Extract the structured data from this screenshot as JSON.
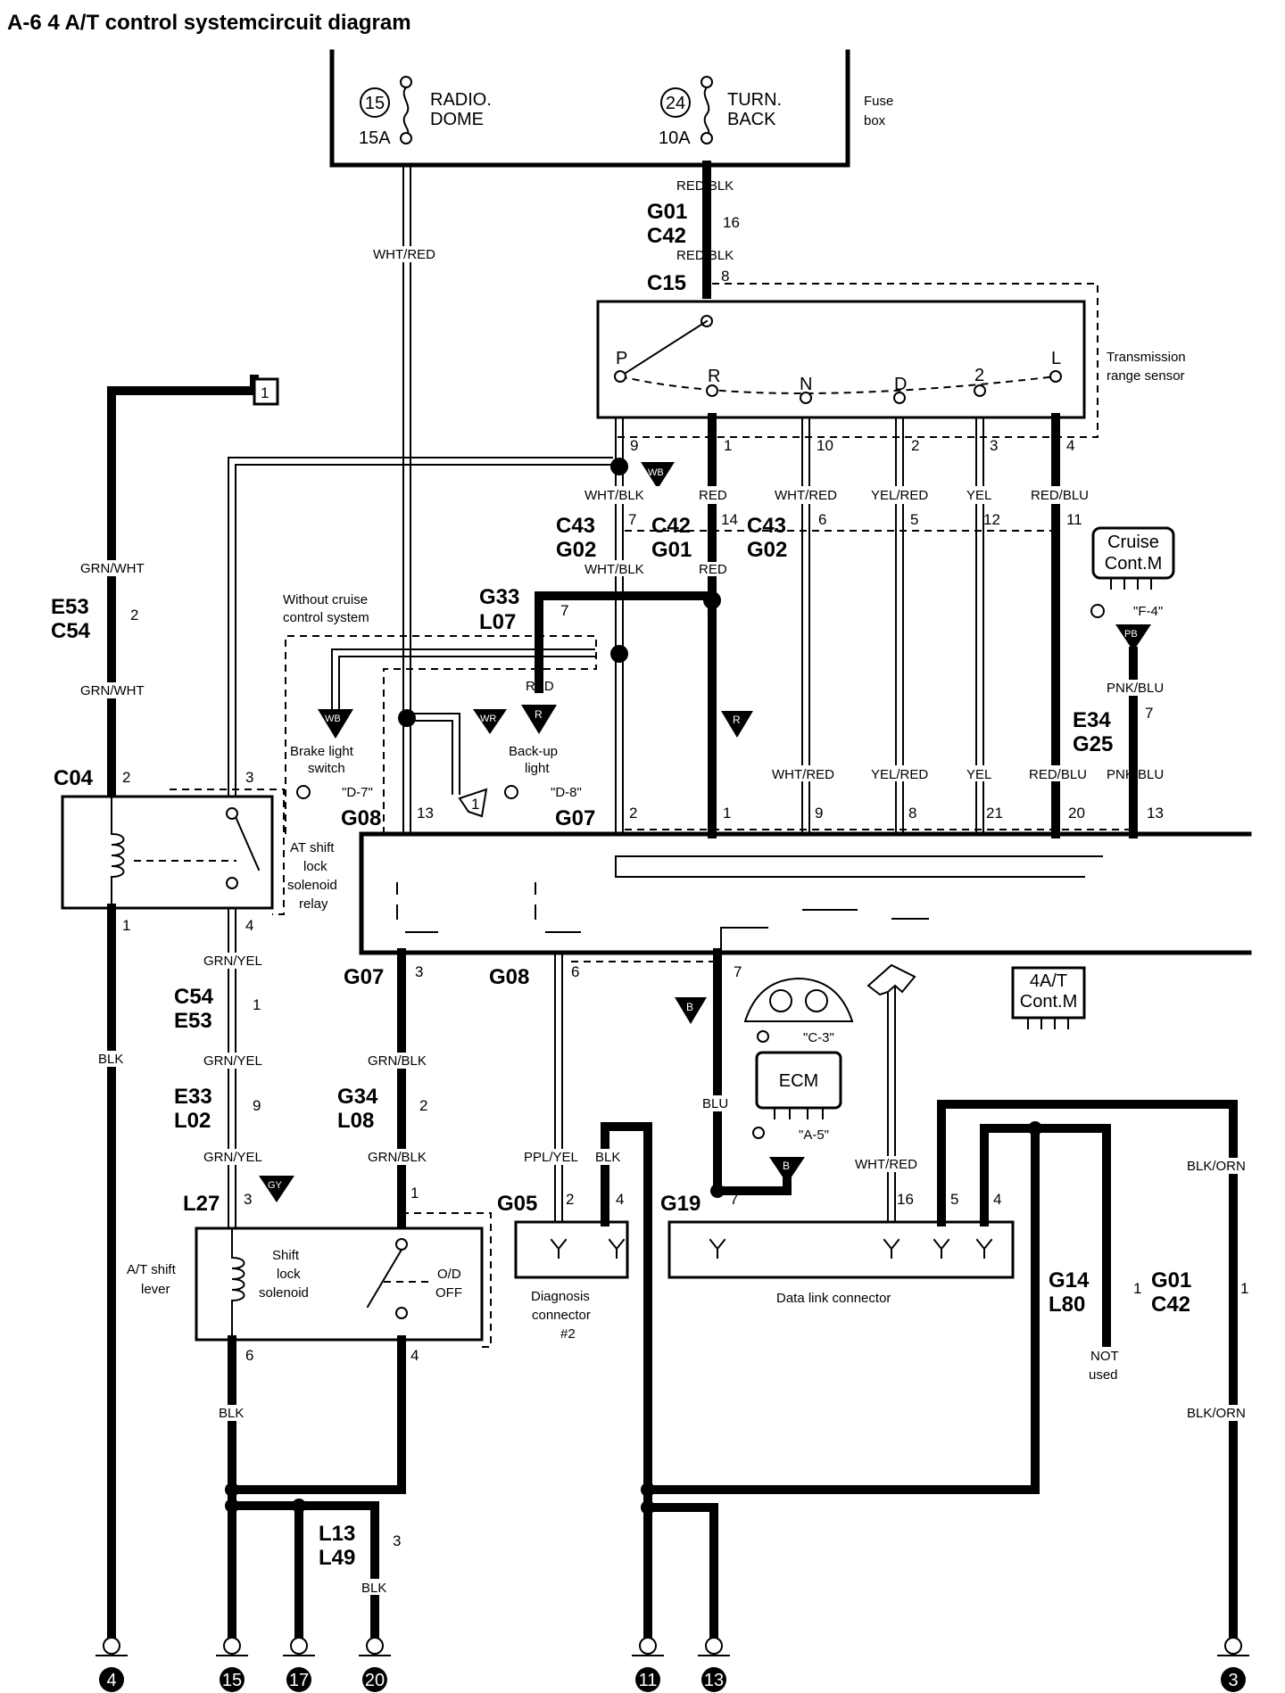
{
  "title": "A-6 4 A/T control systemcircuit diagram",
  "fuse_box": {
    "label_1": "Fuse",
    "label_2": "box",
    "fuse15": {
      "num": "15",
      "name1": "RADIO.",
      "name2": "DOME",
      "rating": "15A"
    },
    "fuse24": {
      "num": "24",
      "name1": "TURN.",
      "name2": "BACK",
      "rating": "10A"
    }
  },
  "wire_colors": {
    "red_blk": "RED/BLK",
    "wht_red": "WHT/RED",
    "grn_wht": "GRN/WHT",
    "wht_blk": "WHT/BLK",
    "red": "RED",
    "yel_red": "YEL/RED",
    "yel": "YEL",
    "red_blu": "RED/BLU",
    "pnk_blu": "PNK/BLU",
    "grn_yel": "GRN/YEL",
    "grn_blk": "GRN/BLK",
    "blk": "BLK",
    "blu": "BLU",
    "ppl_yel": "PPL/YEL",
    "blk_orn": "BLK/ORN"
  },
  "connectors": {
    "g01": "G01",
    "c42": "C42",
    "c15": "C15",
    "c43": "C43",
    "g02": "G02",
    "e53": "E53",
    "c54": "C54",
    "g33": "G33",
    "l07": "L07",
    "e34": "E34",
    "g25": "G25",
    "c04": "C04",
    "g08": "G08",
    "g07": "G07",
    "e33": "E33",
    "l02": "L02",
    "g34": "G34",
    "l08": "L08",
    "l27": "L27",
    "g05": "G05",
    "g19": "G19",
    "g14": "G14",
    "l80": "L80",
    "l13": "L13",
    "l49": "L49"
  },
  "pins": {
    "p1": "1",
    "p2": "2",
    "p3": "3",
    "p4": "4",
    "p5": "5",
    "p6": "6",
    "p7": "7",
    "p8": "8",
    "p9": "9",
    "p10": "10",
    "p11": "11",
    "p12": "12",
    "p13": "13",
    "p14": "14",
    "p16": "16",
    "p20": "20",
    "p21": "21"
  },
  "range_sensor": {
    "label_1": "Transmission",
    "label_2": "range sensor",
    "positions": [
      "P",
      "R",
      "N",
      "D",
      "2",
      "L"
    ]
  },
  "cruise": {
    "title_1": "Cruise",
    "title_2": "Cont.M",
    "ref": "\"F-4\"",
    "tag": "PB",
    "without_1": "Without cruise",
    "without_2": "control system"
  },
  "brake_switch": {
    "line1": "Brake light",
    "line2": "switch",
    "ref": "\"D-7\""
  },
  "backup_light": {
    "line1": "Back-up",
    "line2": "light",
    "ref": "\"D-8\""
  },
  "relay": {
    "line1": "AT shift",
    "line2": "lock",
    "line3": "solenoid",
    "line4": "relay"
  },
  "tags": {
    "wb": "WB",
    "wr": "WR",
    "r": "R",
    "gy": "GY",
    "b": "B",
    "arrow1": "1"
  },
  "tcm": {
    "line1": "4A/T",
    "line2": "Cont.M"
  },
  "meter_ref": "\"C-3\"",
  "ecm": {
    "label": "ECM",
    "ref": "\"A-5\""
  },
  "shift_solenoid": {
    "line1": "Shift",
    "line2": "lock",
    "line3": "solenoid",
    "lever_1": "A/T shift",
    "lever_2": "lever",
    "od_1": "O/D",
    "od_2": "OFF"
  },
  "diag_connector": {
    "line1": "Diagnosis",
    "line2": "connector",
    "line3": "#2"
  },
  "dlc": "Data link connector",
  "not_used": {
    "line1": "NOT",
    "line2": "used"
  },
  "grounds": [
    "4",
    "15",
    "17",
    "20",
    "11",
    "13",
    "3"
  ]
}
